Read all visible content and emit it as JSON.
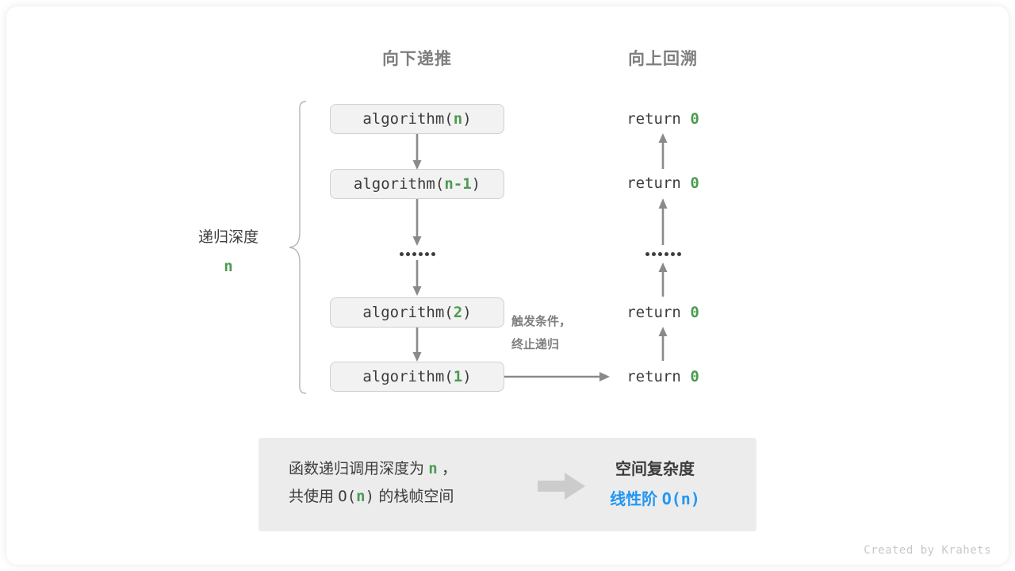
{
  "headers": {
    "down": "向下递推",
    "up": "向上回溯"
  },
  "depth": {
    "label": "递归深度",
    "value": "n"
  },
  "calls": [
    {
      "name": "algorithm",
      "arg": "n"
    },
    {
      "name": "algorithm",
      "arg": "n-1"
    },
    {
      "name": "algorithm",
      "arg": "2"
    },
    {
      "name": "algorithm",
      "arg": "1"
    }
  ],
  "returns": [
    {
      "keyword": "return",
      "value": "0"
    },
    {
      "keyword": "return",
      "value": "0"
    },
    {
      "keyword": "return",
      "value": "0"
    },
    {
      "keyword": "return",
      "value": "0"
    }
  ],
  "trigger_note": {
    "line1": "触发条件，",
    "line2": "终止递归"
  },
  "summary": {
    "line1_before": "函数递归调用深度为 ",
    "line1_var": "n",
    "line1_after": " ，",
    "line2_before": "共使用 ",
    "line2_o": "O(",
    "line2_var": "n",
    "line2_close": ")",
    "line2_after": " 的栈帧空间",
    "title": "空间复杂度",
    "value_text": "线性阶 ",
    "value_mono": "O(n)"
  },
  "footer": {
    "credit": "Created by Krahets"
  },
  "colors": {
    "green": "#4b9b53",
    "blue": "#2196f3",
    "gray_text": "#3c3c3c",
    "gray_header": "#7f7f7f",
    "box_fill": "#f2f2f2",
    "panel_fill": "#ececec",
    "arrow": "#8a8a8a"
  }
}
